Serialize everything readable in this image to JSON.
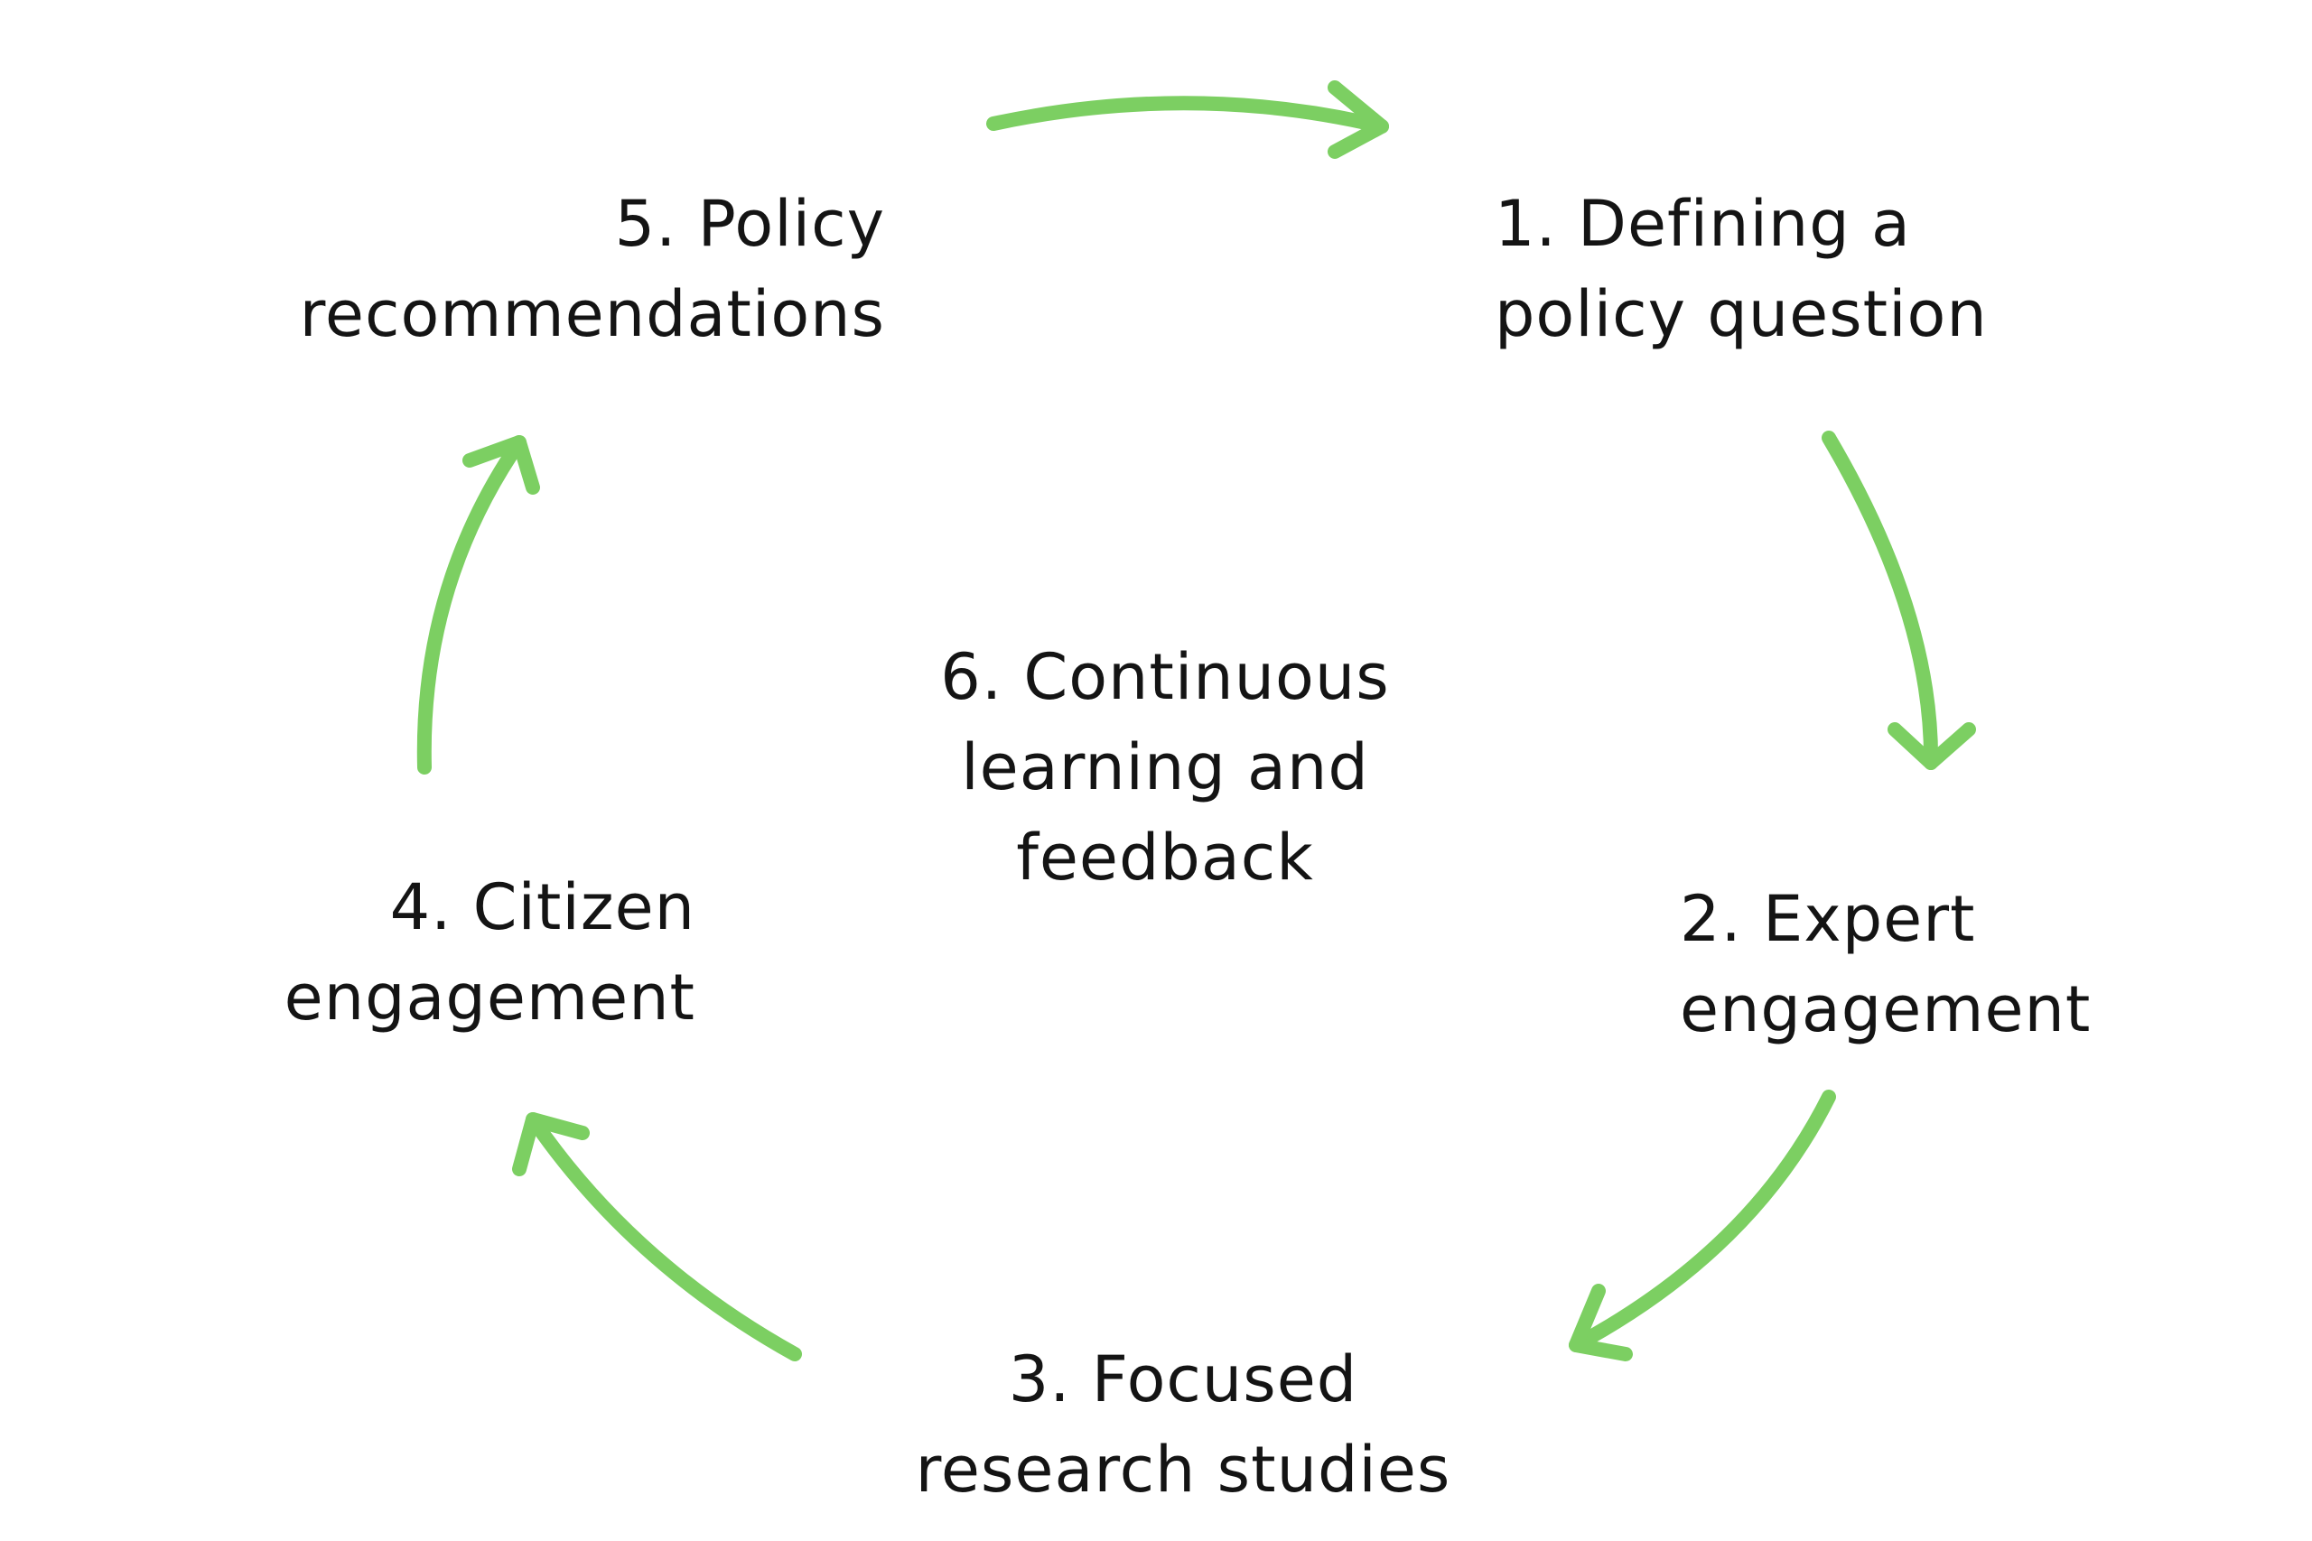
{
  "diagram": {
    "arrow_color": "#7ccf62",
    "text_color": "#141414",
    "steps": [
      {
        "line1": "1. Defining a",
        "line2": "policy question"
      },
      {
        "line1": "2. Expert",
        "line2": "engagement"
      },
      {
        "line1": "3. Focused",
        "line2": "research studies"
      },
      {
        "line1": "4. Citizen",
        "line2": "engagement"
      },
      {
        "line1": "5. Policy",
        "line2": "recommendations"
      },
      {
        "line1": "6. Continuous",
        "line2": "learning and",
        "line3": "feedback"
      }
    ]
  }
}
